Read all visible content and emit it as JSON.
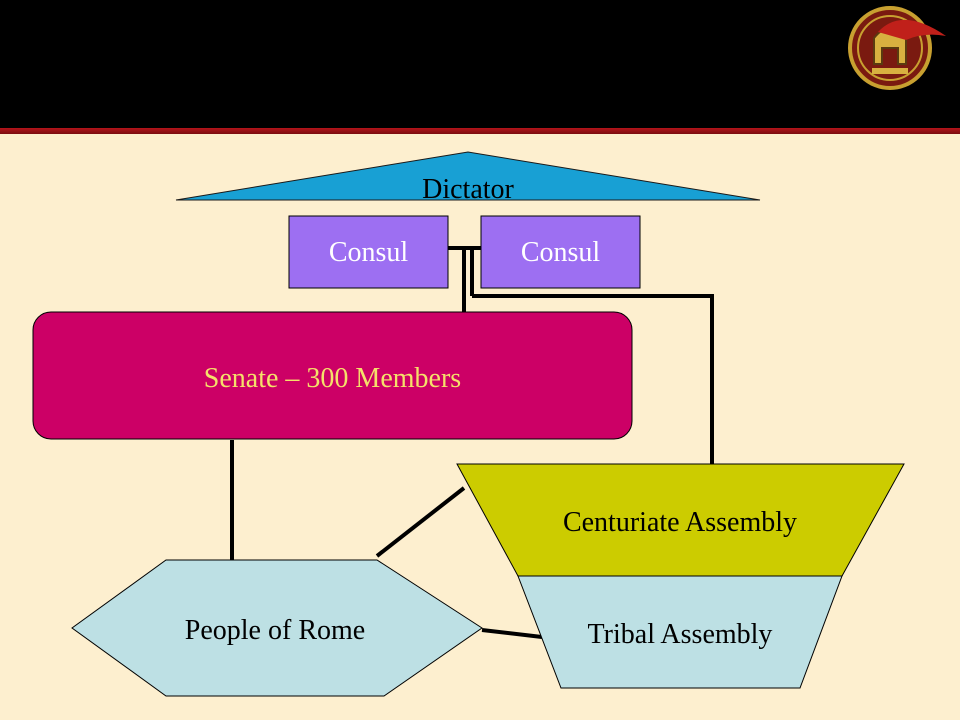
{
  "colors": {
    "background": "#fdefcf",
    "header": "#000000",
    "header_stripe": "#b5141a",
    "dictator_fill": "#18a0d4",
    "consul_fill": "#9d6ff2",
    "senate_fill": "#cc0066",
    "senate_text": "#f5e06a",
    "centuriate_fill": "#cccc00",
    "tribal_fill": "#bde0e4",
    "people_fill": "#bde0e4",
    "connector": "#000000"
  },
  "icons": {
    "logo": "spartan-helmet-logo-icon"
  },
  "diagram": {
    "dictator": {
      "label": "Dictator"
    },
    "consul_left": {
      "label": "Consul"
    },
    "consul_right": {
      "label": "Consul"
    },
    "senate": {
      "label": "Senate – 300 Members"
    },
    "centuriate": {
      "label": "Centuriate Assembly"
    },
    "tribal": {
      "label": "Tribal Assembly"
    },
    "people": {
      "label": "People of Rome"
    }
  }
}
